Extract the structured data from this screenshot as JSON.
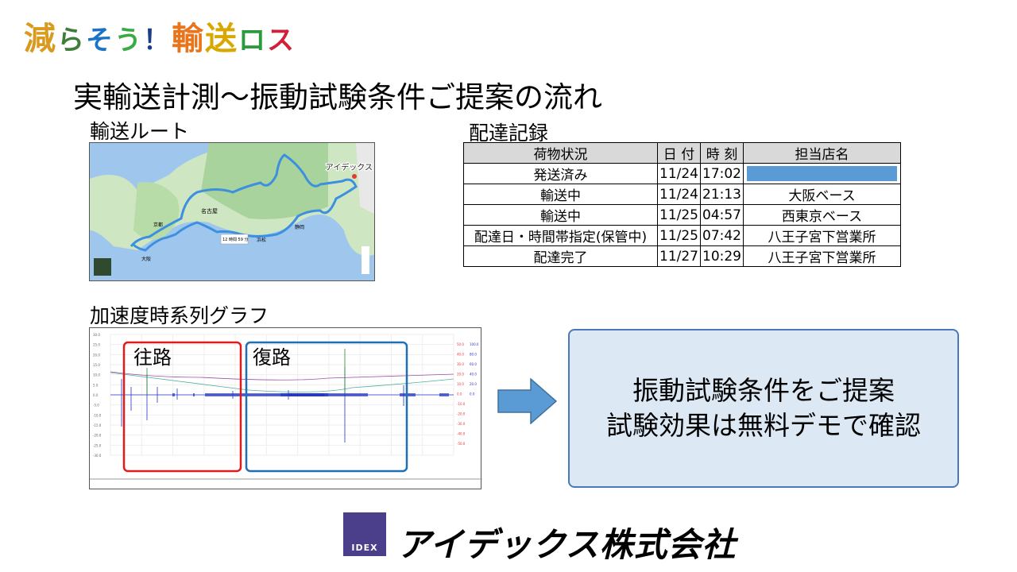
{
  "brand": {
    "chars": [
      "減",
      "ら",
      "そ",
      "う",
      "！",
      "輸",
      "送",
      "ロ",
      "ス"
    ],
    "colors": [
      "#d89a1f",
      "#3f7d3a",
      "#1a73c4",
      "#3aaa45",
      "#1a3f86",
      "#e8741c",
      "#d9a800",
      "#2b9a3e",
      "#d0203a"
    ]
  },
  "title": "実輸送計測～振動試験条件ご提案の流れ",
  "route": {
    "heading": "輸送ルート",
    "labels": {
      "nagoya": "名古屋",
      "kyoto": "京都",
      "shizuoka": "静岡",
      "hamamatsu": "浜松",
      "osaka": "大阪"
    },
    "duration": "12 時間 59 分",
    "destination": "アイデックス"
  },
  "delivery": {
    "heading": "配達記録",
    "columns": [
      "荷物状況",
      "日 付",
      "時 刻",
      "担当店名"
    ],
    "rows": [
      [
        "発送済み",
        "11/24",
        "17:02",
        ""
      ],
      [
        "輸送中",
        "11/24",
        "21:13",
        "大阪ベース"
      ],
      [
        "輸送中",
        "11/25",
        "04:57",
        "西東京ベース"
      ],
      [
        "配達日・時間帯指定(保管中)",
        "11/25",
        "07:42",
        "八王子宮下営業所"
      ],
      [
        "配達完了",
        "11/27",
        "10:29",
        "八王子宮下営業所"
      ]
    ],
    "redaction_color": "#5b9bd5"
  },
  "graph": {
    "heading": "加速度時系列グラフ",
    "outbound_label": "往路",
    "return_label": "復路",
    "y_ticks_left": [
      "30.0",
      "25.0",
      "20.0",
      "15.0",
      "10.0",
      "5.0",
      "0.0",
      "-5.0",
      "-10.0",
      "-15.0",
      "-20.0",
      "-25.0",
      "-30.0"
    ],
    "y_ticks_right_red": [
      "50.0",
      "40.0",
      "30.0",
      "20.0",
      "10.0",
      "0.0",
      "-10.0",
      "-20.0",
      "-30.0",
      "-40.0",
      "-50.0"
    ],
    "y_ticks_right_blue": [
      "100.0",
      "80.0",
      "60.0",
      "40.0",
      "20.0",
      "0.0"
    ],
    "outbound_color": "#e01b1b",
    "return_color": "#1f6fb2"
  },
  "proposal": {
    "line1": "振動試験条件をご提案",
    "line2": "試験効果は無料デモで確認"
  },
  "company": {
    "logo_text": "IDEX",
    "name": "アイデックス株式会社"
  }
}
